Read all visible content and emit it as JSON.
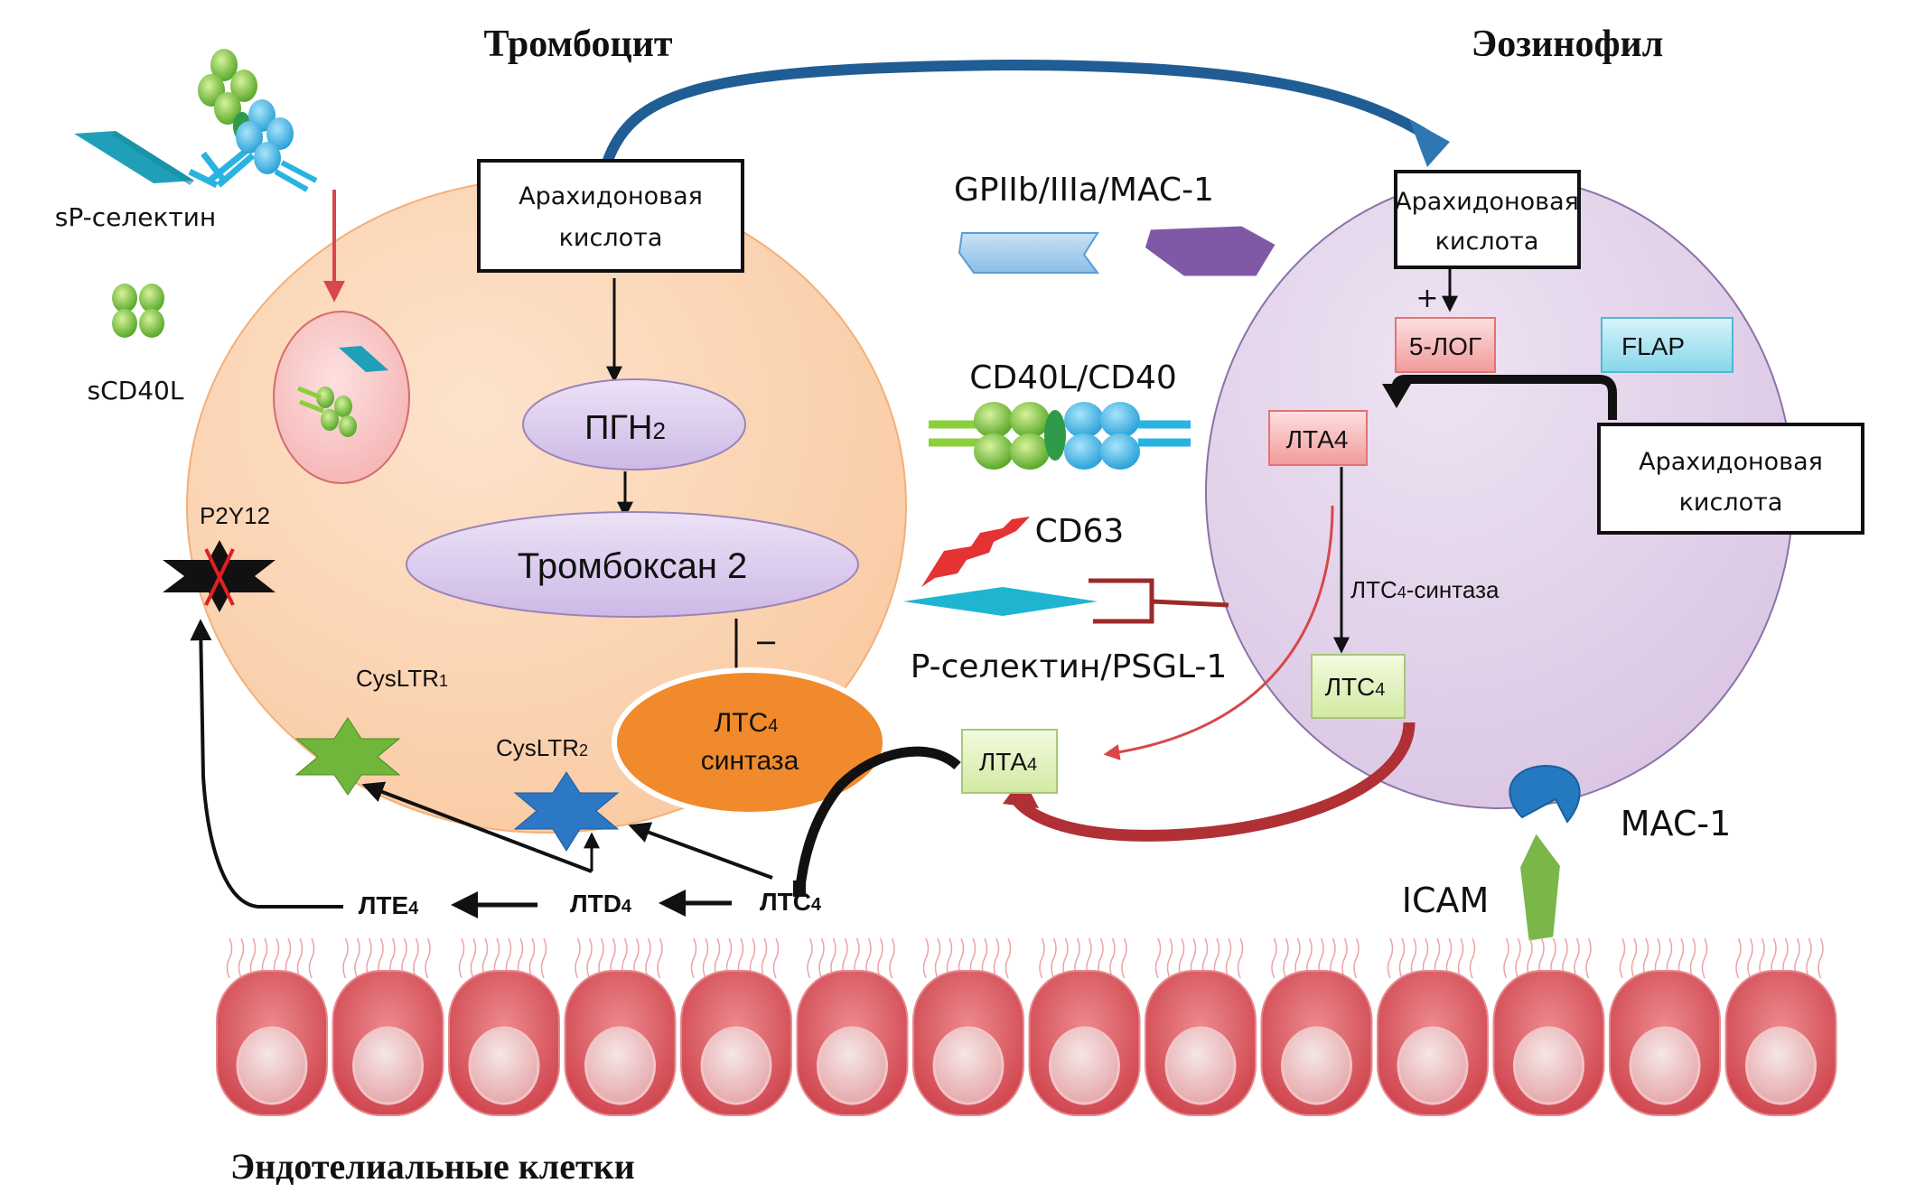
{
  "titles": {
    "platelet": "Тромбоцит",
    "eosinophil": "Эозинофил",
    "endothelium": "Эндотелиальные клетки"
  },
  "free_molecules": {
    "sp_selectin": "sP-селектин",
    "scd40l": "sCD40L"
  },
  "platelet": {
    "arachidonic_line1": "Арахидоновая",
    "arachidonic_line2": "кислота",
    "pgh2": "ПГН",
    "pgh2_sub": "2",
    "thromboxane": "Тромбоксан 2",
    "minus_sign": "−",
    "ltc4_synthase_line1": "ЛТС",
    "ltc4_synthase_sub": "4",
    "ltc4_synthase_line2": "синтаза",
    "p2y12": "P2Y12",
    "cysltr1": "CysLTR",
    "cysltr1_sub": "1",
    "cysltr2": "CysLTR",
    "cysltr2_sub": "2"
  },
  "interactions": {
    "gpiib": "GPIIb/IIIa/MAC-1",
    "cd40": "CD40L/CD40",
    "cd63": "CD63",
    "pselectin": "P-селектин/PSGL-1",
    "mac1": "MAC-1",
    "icam": "ICAM"
  },
  "eosinophil": {
    "arachidonic_line1": "Арахидоновая",
    "arachidonic_line2": "кислота",
    "plus_sign": "+",
    "five_lox": "5-ЛОГ",
    "flap": "FLAP",
    "lta4": "ЛТА4",
    "arachidonic2_line1": "Арахидоновая",
    "arachidonic2_line2": "кислота",
    "ltc4_synthase": "ЛТС",
    "ltc4_synthase_sub": "4",
    "ltc4_synthase_suffix": "-синтаза",
    "ltc4": "ЛТС",
    "ltc4_sub": "4"
  },
  "extracellular": {
    "lta4": "ЛТА",
    "lta4_sub": "4",
    "ltc4": "ЛТС",
    "ltc4_sub": "4",
    "ltd4": "ЛТD",
    "ltd4_sub": "4",
    "lte4": "ЛТЕ",
    "lte4_sub": "4"
  },
  "endothelial_cell_count": 14,
  "colors": {
    "platelet_fill": "#fbd3b0",
    "eosinophil_fill": "#e3d3ea",
    "eosinophil_stroke": "#8a72a8",
    "blue_arrow": "#1f5d94",
    "purple_pentagon": "#8059a6",
    "lox_box": "#f6b5b5",
    "flap_box": "#a8e3f0",
    "green_box": "#e4f2c4",
    "orange_synthase": "#f08a2c",
    "endothelium": "#d9565e",
    "red_arrow": "#b03036",
    "mac1": "#2479c0",
    "icam": "#7ab648"
  }
}
